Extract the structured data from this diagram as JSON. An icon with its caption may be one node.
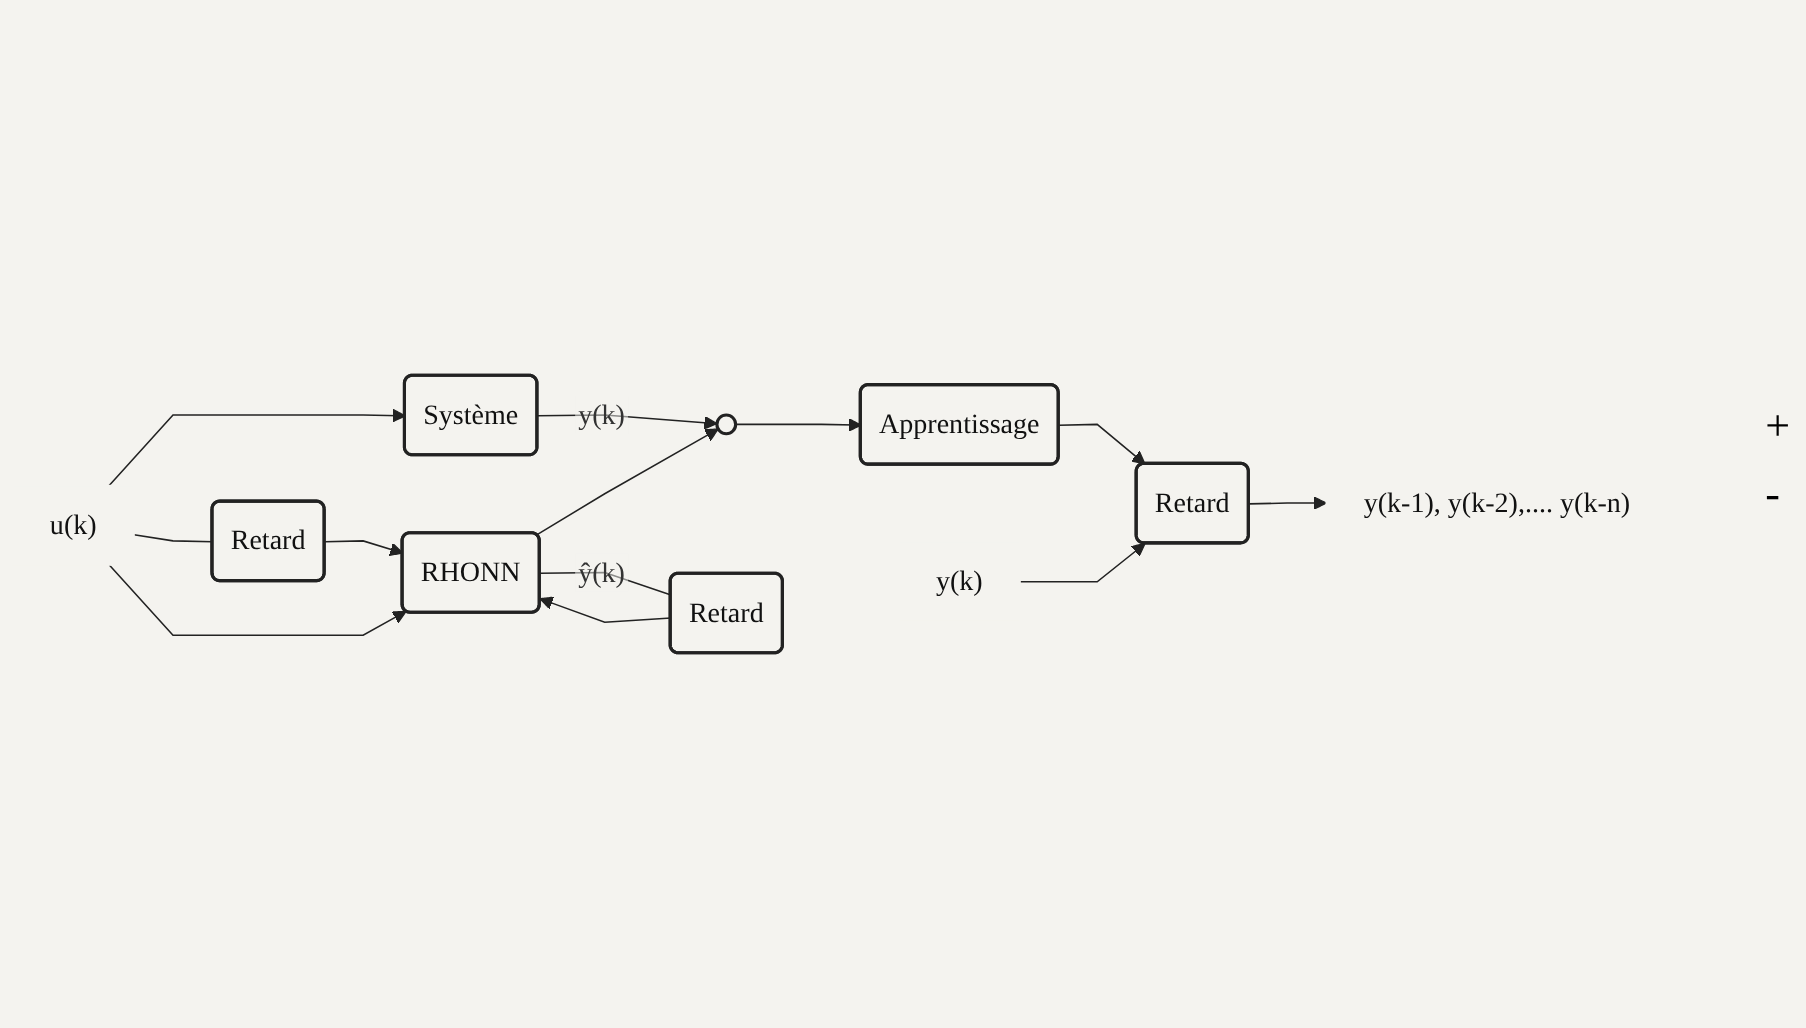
{
  "diagram": {
    "nodes": [
      {
        "text": [
          "u(k)"
        ]
      },
      {
        "text": [
          "Système"
        ]
      },
      {
        "text": [],
        "shape": "circle"
      },
      {
        "text": [
          "Apprentissage"
        ]
      },
      {
        "text": [
          "Retard"
        ]
      },
      {
        "text": [
          "Retard"
        ]
      },
      {
        "text": [
          "RHONN"
        ]
      },
      {
        "text": [
          "y(k)"
        ]
      },
      {
        "text": [
          "Retard"
        ]
      },
      {
        "text": [
          "y(k-1), y(k-2),.... y(k-n)"
        ]
      }
    ],
    "edges": [
      {
        "from": 0,
        "to": 1,
        "arrow": "to"
      },
      {
        "from": 0,
        "to": 4,
        "arrow": "none"
      },
      {
        "from": 4,
        "to": 6,
        "arrow": "to"
      },
      {
        "from": 0,
        "to": 6,
        "arrow": "to"
      },
      {
        "from": 5,
        "to": 6,
        "arrow": "to"
      },
      {
        "from": 1,
        "to": 2,
        "arrow": "to",
        "label": "y(k)"
      },
      {
        "from": 6,
        "to": 2,
        "arrow": "to"
      },
      {
        "from": 6,
        "to": 5,
        "arrow": "none",
        "label": "ŷ(k)"
      },
      {
        "from": 2,
        "to": 3,
        "arrow": "to"
      },
      {
        "from": 3,
        "to": 8,
        "arrow": "to"
      },
      {
        "from": 7,
        "to": 8,
        "arrow": "to"
      },
      {
        "from": 8,
        "to": 9,
        "arrow": "to"
      }
    ],
    "labels": [
      "+",
      "-"
    ]
  }
}
